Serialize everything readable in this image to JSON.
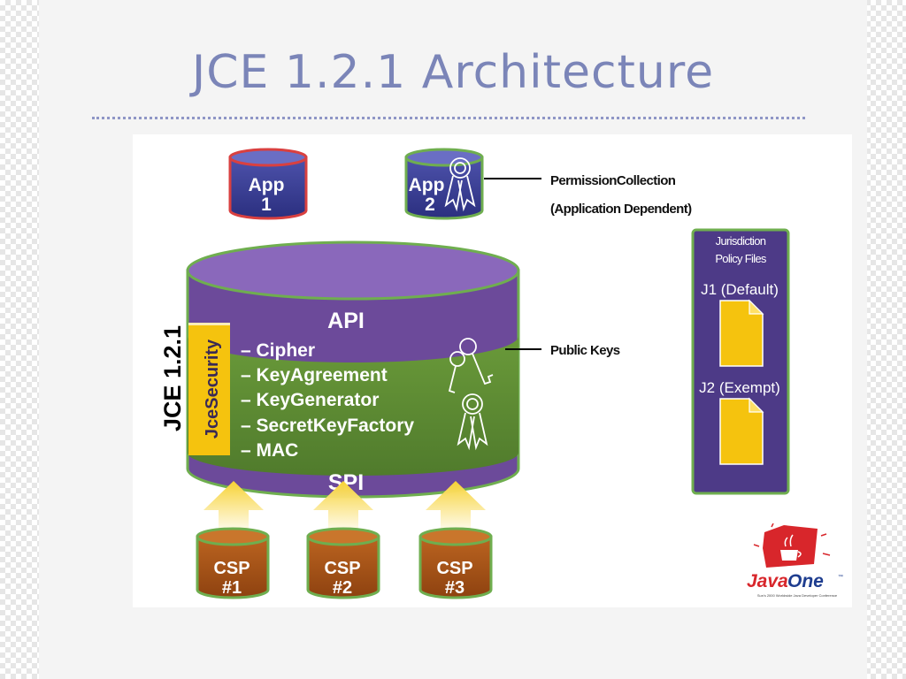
{
  "slide": {
    "title": "JCE 1.2.1 Architecture"
  },
  "apps": [
    {
      "line1": "App",
      "line2": "1"
    },
    {
      "line1": "App",
      "line2": "2"
    }
  ],
  "labels": {
    "permission_collection": "PermissionCollection",
    "application_dependent": "(Application Dependent)",
    "public_keys": "Public Keys"
  },
  "jce": {
    "vertical_label": "JCE 1.2.1",
    "jcesecurity_label": "JceSecurity",
    "api_label": "API",
    "spi_label": "SPI",
    "engines": [
      "– Cipher",
      "– KeyAgreement",
      "– KeyGenerator",
      "– SecretKeyFactory",
      "– MAC"
    ]
  },
  "csps": [
    {
      "line1": "CSP",
      "line2": "#1"
    },
    {
      "line1": "CSP",
      "line2": "#2"
    },
    {
      "line1": "CSP",
      "line2": "#3"
    }
  ],
  "jurisdiction": {
    "title_line1": "Jurisdiction",
    "title_line2": "Policy Files",
    "file1": "J1 (Default)",
    "file2": "J2 (Exempt)"
  },
  "logo": {
    "text_java": "Java",
    "text_one": "One",
    "tm": "™",
    "tagline": "Sun's 2000 Worldwide Java Developer Conference"
  },
  "colors": {
    "purple": "#6c4a9a",
    "green": "#5e8c34",
    "yellow": "#f5c30e",
    "csp_brown": "#a85418",
    "app_blue": "#3b3f96",
    "arrow_yellow": "#f6c92a"
  }
}
